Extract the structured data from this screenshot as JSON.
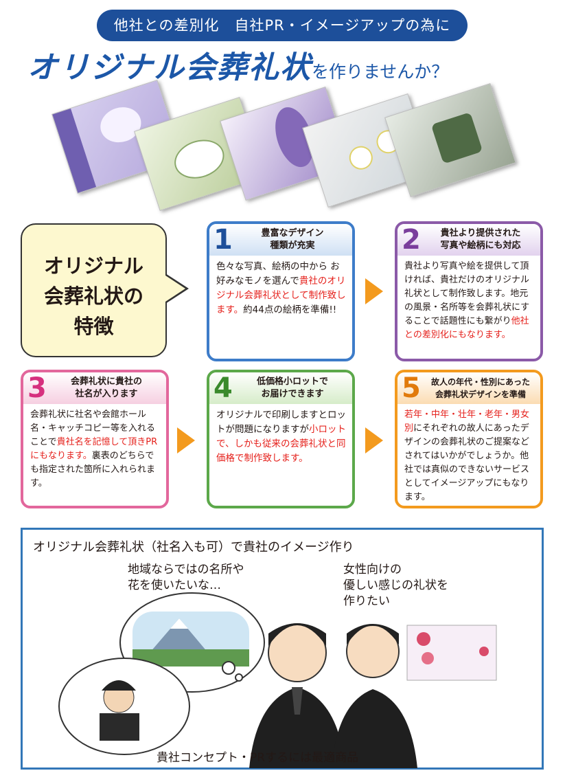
{
  "header": {
    "banner": "他社との差別化　自社PR・イメージアップの為に",
    "headline_big": "オリジナル会葬礼状",
    "headline_small": "を作りませんか？"
  },
  "feature_box": {
    "line1": "オリジナル",
    "line2": "会葬礼状の",
    "line3": "特徴"
  },
  "panels": [
    {
      "number": "1",
      "title1": "豊富なデザイン",
      "title2": "種類が充実",
      "body_normal1": "色々な写真、絵柄の中から お好みなモノを選んで",
      "body_red": "貴社のオリジナル会葬礼状として制作致します。",
      "body_normal2": "約44点の絵柄を準備!!"
    },
    {
      "number": "2",
      "title1": "貴社より提供された",
      "title2": "写真や絵柄にも対応",
      "body_normal1": "貴社より写真や絵を提供して頂ければ、貴社だけのオリジナル礼状として制作致します。地元の風景・名所等を会葬礼状にすることで話題性にも繋がり",
      "body_red": "他社との差別化にもなります。",
      "body_normal2": ""
    },
    {
      "number": "3",
      "title1": "会葬礼状に貴社の",
      "title2": "社名が入ります",
      "body_normal1": "会葬礼状に社名や会館ホール名・キャッチコピー等を入れることで",
      "body_red": "貴社名を記憶して頂きPRにもなります。",
      "body_normal2": "裏表のどちらでも指定された箇所に入れられます。"
    },
    {
      "number": "4",
      "title1": "低価格小ロットで",
      "title2": "お届けできます",
      "body_normal1": "オリジナルで印刷しますとロットが問題になりますが",
      "body_red": "小ロットで、しかも従来の会葬礼状と同価格で制作致します。",
      "body_normal2": ""
    },
    {
      "number": "5",
      "title1": "故人の年代・性別にあった",
      "title2": "会葬礼状デザインを準備",
      "body_normal1": "",
      "body_red": "若年・中年・壮年・老年・男女別",
      "body_normal2": "にそれぞれの故人にあったデザインの会葬礼状のご提案などされてはいかがでしょうか。他社では真似のできないサービスとしてイメージアップにもなります。"
    }
  ],
  "scene": {
    "title": "オリジナル会葬礼状（社名入も可）で貴社のイメージ作り",
    "bubble_left": "地域ならではの名所や\n花を使いたいな…",
    "bubble_right": "女性向けの\n優しい感じの礼状を\n作りたい",
    "caption": "貴社コンセプト・PRするには最適商品"
  },
  "colors": {
    "blue": "#1d4f9a",
    "red": "#e5201b",
    "orange": "#f39a1e",
    "panel1": "#3d7cc9",
    "panel2": "#8b5aa8",
    "panel3": "#e2679c",
    "panel4": "#5ca84a",
    "panel5": "#f39a1e"
  }
}
